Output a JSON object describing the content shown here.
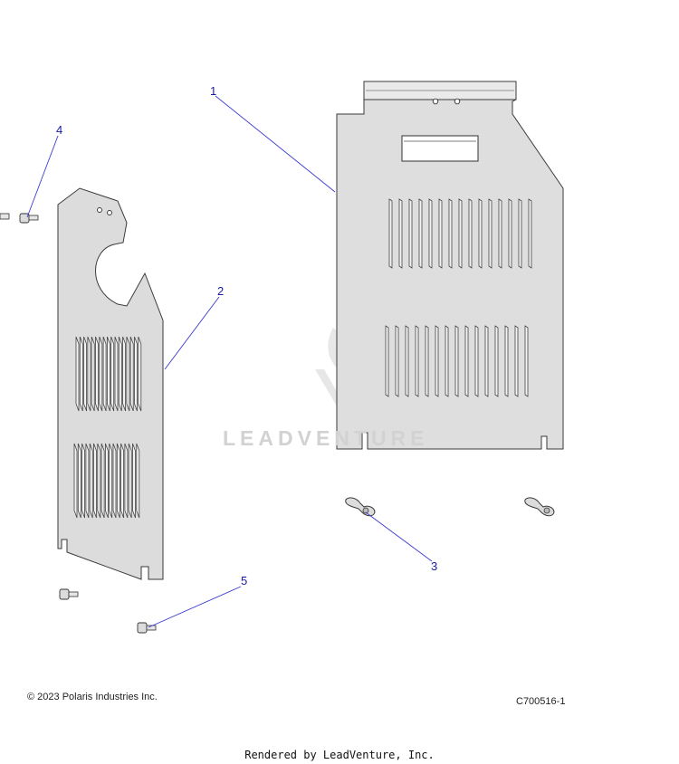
{
  "callouts": [
    {
      "id": "1",
      "label": "1"
    },
    {
      "id": "2",
      "label": "2"
    },
    {
      "id": "3",
      "label": "3"
    },
    {
      "id": "4",
      "label": "4"
    },
    {
      "id": "5",
      "label": "5"
    }
  ],
  "footer": {
    "copyright": "© 2023 Polaris Industries Inc.",
    "part_code": "C700516-1",
    "rendered_by": "Rendered by LeadVenture, Inc."
  },
  "watermark": {
    "text": "LEADVENTURE"
  },
  "colors": {
    "panel_fill": "#dcdcdc",
    "outline": "#3a3a3a",
    "leader_line": "#3b3bd0",
    "callout_text": "#1a1aa6"
  }
}
